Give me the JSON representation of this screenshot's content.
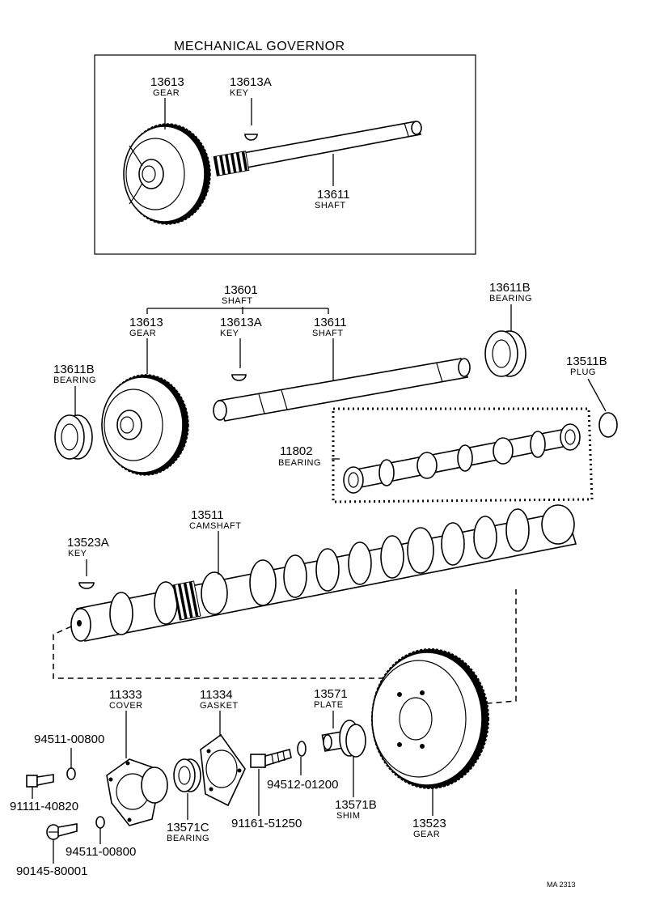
{
  "governor_box": {
    "title": "MECHANICAL GOVERNOR"
  },
  "box_gear": {
    "number": "13613",
    "name": "GEAR"
  },
  "box_key": {
    "number": "13613A",
    "name": "KEY"
  },
  "box_shaft": {
    "number": "13611",
    "name": "SHAFT"
  },
  "assy": {
    "number": "13601",
    "name": "SHAFT"
  },
  "sub_gear": {
    "number": "13613",
    "name": "GEAR"
  },
  "sub_key": {
    "number": "13613A",
    "name": "KEY"
  },
  "sub_shaft": {
    "number": "13611",
    "name": "SHAFT"
  },
  "bearing_right": {
    "number": "13611B",
    "name": "BEARING"
  },
  "bearing_left": {
    "number": "13611B",
    "name": "BEARING"
  },
  "plug": {
    "number": "13511B",
    "name": "PLUG"
  },
  "cam_bearing": {
    "number": "11802",
    "name": "BEARING"
  },
  "camshaft": {
    "number": "13511",
    "name": "CAMSHAFT"
  },
  "cam_key": {
    "number": "13523A",
    "name": "KEY"
  },
  "cover": {
    "number": "11333",
    "name": "COVER"
  },
  "gasket": {
    "number": "11334",
    "name": "GASKET"
  },
  "plate": {
    "number": "13571",
    "name": "PLATE"
  },
  "cover_bearing": {
    "number": "13571C",
    "name": "BEARING"
  },
  "shim": {
    "number": "13571B",
    "name": "SHIM"
  },
  "cam_gear": {
    "number": "13523",
    "name": "GEAR"
  },
  "parts": {
    "washer_top": "94511-00800",
    "washer_bottom": "94511-00800",
    "bolt_left": "91111-40820",
    "bolt_lower": "90145-80001",
    "bolt_center": "91161-51250",
    "washer_center": "94512-01200"
  },
  "figure_code": "MA 2313"
}
